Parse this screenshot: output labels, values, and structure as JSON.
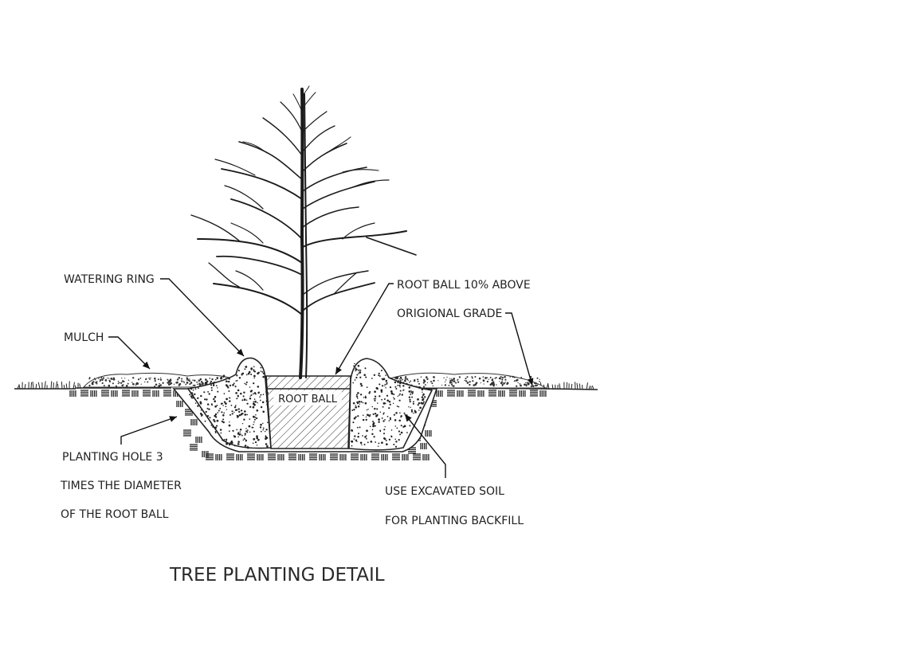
{
  "diagram": {
    "title": "TREE PLANTING DETAIL",
    "labels": {
      "watering_ring": "WATERING RING",
      "mulch": "MULCH",
      "root_ball_above_1": "ROOT BALL 10% ABOVE",
      "root_ball_above_2": "ORIGIONAL GRADE",
      "root_ball": "ROOT BALL",
      "planting_hole_1": "PLANTING HOLE 3",
      "planting_hole_2": "TIMES THE DIAMETER",
      "planting_hole_3": "OF THE ROOT BALL",
      "excavated_1": "USE EXCAVATED SOIL",
      "excavated_2": "FOR PLANTING BACKFILL"
    }
  }
}
